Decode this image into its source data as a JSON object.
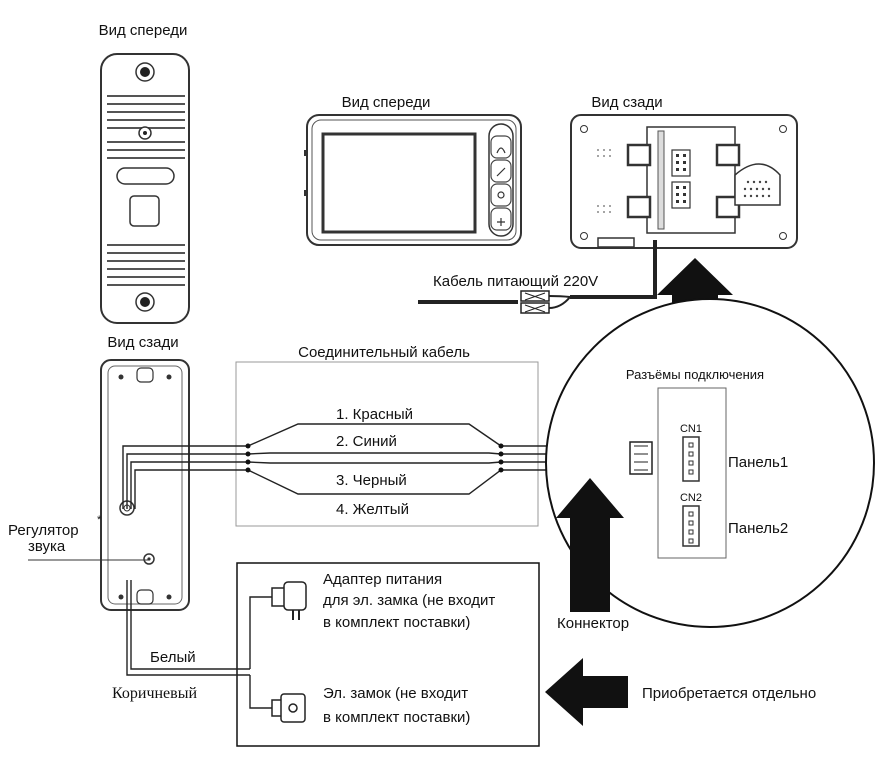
{
  "outdoor_panel": {
    "front_label": "Вид спереди",
    "back_label": "Вид сзади",
    "volume_label_line1": "Регулятор",
    "volume_label_line2": "звука",
    "volume_mark": "*"
  },
  "monitor": {
    "front_label": "Вид спереди",
    "back_label": "Вид сзади",
    "power_cable_label": "Кабель питающий 220V"
  },
  "connecting_cable": {
    "title": "Соединительный кабель",
    "wires": [
      "1. Красный",
      "2. Синий",
      "3. Черный",
      "4. Желтый"
    ]
  },
  "connectors": {
    "title": "Разъёмы подключения",
    "cn1": "CN1",
    "cn2": "CN2",
    "panel1": "Панель1",
    "panel2": "Панель2",
    "connector_label": "Коннектор"
  },
  "lock_box": {
    "adapter_line1": "Адаптер питания",
    "adapter_line2": "для эл. замка (не входит",
    "adapter_line3": "в комплект поставки)",
    "lock_line1": "Эл. замок (не входит",
    "lock_line2": "в комплект поставки)"
  },
  "wire_labels": {
    "white": "Белый",
    "brown": "Коричневый"
  },
  "purchase_note": "Приобретается отдельно"
}
